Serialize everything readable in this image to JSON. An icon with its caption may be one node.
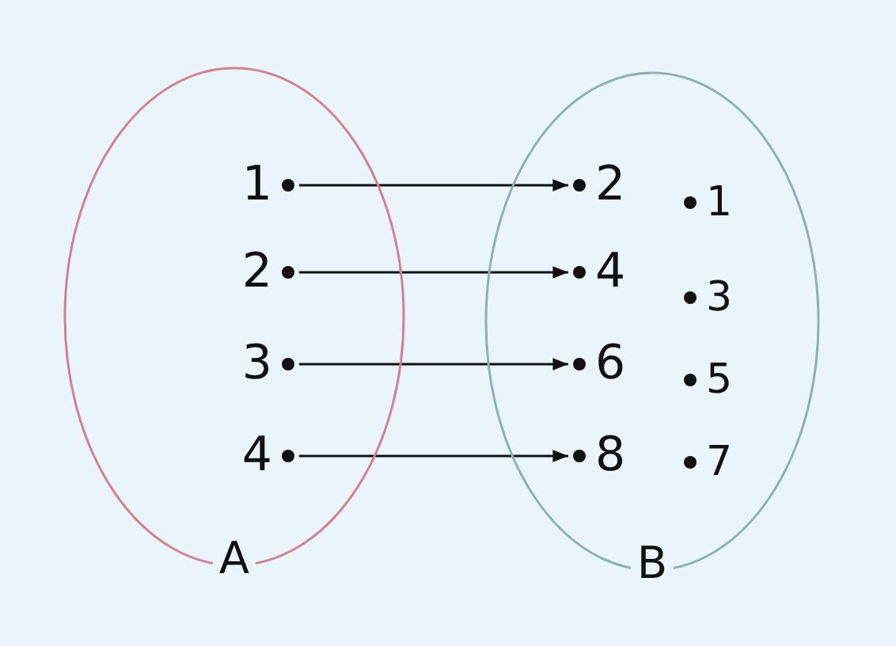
{
  "diagram": {
    "nodes": [
      {
        "text": [
          "A"
        ]
      },
      {
        "text": [
          "1"
        ],
        "in": 0
      },
      {
        "text": [
          "2"
        ],
        "in": 0
      },
      {
        "text": [
          "3"
        ],
        "in": 0
      },
      {
        "text": [
          "4"
        ],
        "in": 0
      },
      {
        "text": [
          "B"
        ]
      },
      {
        "text": [
          "2"
        ],
        "in": 5
      },
      {
        "text": [
          "4"
        ],
        "in": 5
      },
      {
        "text": [
          "6"
        ],
        "in": 5
      },
      {
        "text": [
          "8"
        ],
        "in": 5
      },
      {
        "text": [
          "1"
        ],
        "in": 5
      },
      {
        "text": [
          "3"
        ],
        "in": 5
      },
      {
        "text": [
          "5"
        ],
        "in": 5
      },
      {
        "text": [
          "7"
        ],
        "in": 5
      }
    ],
    "edges": [
      {
        "from": 1,
        "to": 6,
        "arrow": "to"
      },
      {
        "from": 2,
        "to": 7,
        "arrow": "to"
      },
      {
        "from": 3,
        "to": 8,
        "arrow": "to"
      },
      {
        "from": 4,
        "to": 9,
        "arrow": "to"
      }
    ]
  }
}
